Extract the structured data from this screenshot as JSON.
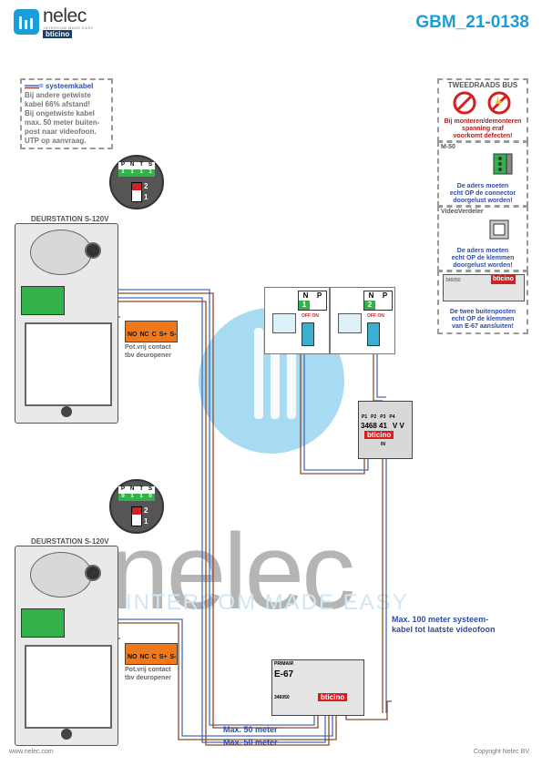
{
  "header": {
    "logo_name": "nelec",
    "logo_tagline": "INTERCOM MADE EASY",
    "logo_brand": "bticino",
    "doc_code": "GBM_21-0138"
  },
  "cable_note": {
    "title": "= systeemkabel",
    "lines": [
      "Bij andere getwiste",
      "kabel 66% afstand!",
      "Bij ongetwiste kabel",
      "max. 50 meter buiten-",
      "post naar videofoon.",
      "UTP op aanvraag."
    ]
  },
  "right_panel": {
    "title": "TWEEDRAADS BUS",
    "warning": [
      "Bij monteren/demonteren",
      "spanning eraf",
      "voorkomt defecten!"
    ],
    "m50_label": "M-50",
    "m50_text": [
      "De aders moeten",
      "echt OP de connector",
      "doorgelust worden!"
    ],
    "vd_label": "VideoVerdeler",
    "vd_text": [
      "De aders moeten",
      "echt OP de klemmen",
      "doorgelust worden!"
    ],
    "e67_code": "346050",
    "e67_brand": "bticino",
    "e67_text": [
      "De twee buitenposten",
      "echt OP de klemmen",
      "van E-67 aansluiten!"
    ]
  },
  "door_station_top": {
    "label": "DEURSTATION S-120V",
    "switch_headers": [
      "P",
      "N",
      "T",
      "S"
    ],
    "switch_values": [
      "1",
      "1",
      "1",
      "1"
    ],
    "switch_pos": [
      "2",
      "1"
    ],
    "terminals": [
      "NO",
      "NC",
      "C",
      "S+",
      "S-"
    ],
    "caption": [
      "Pot.vrij contact",
      "tbv deuropener"
    ]
  },
  "door_station_bottom": {
    "label": "DEURSTATION S-120V",
    "switch_headers": [
      "P",
      "N",
      "T",
      "S"
    ],
    "switch_values": [
      "0",
      "1",
      "1",
      "0"
    ],
    "switch_pos": [
      "2",
      "1"
    ],
    "terminals": [
      "NO",
      "NC",
      "C",
      "S+",
      "S-"
    ],
    "caption": [
      "Pot.vrij contact",
      "tbv deuropener"
    ]
  },
  "videophones": [
    {
      "n": "N",
      "p": "P",
      "n_val": "1",
      "switch": "OFF ON"
    },
    {
      "n": "N",
      "p": "P",
      "n_val": "2",
      "switch": "OFF ON"
    }
  ],
  "distributor": {
    "code": "3468 41",
    "vv": "V V",
    "brand": "bticino",
    "ports": [
      "P1",
      "P2",
      "P3",
      "P4"
    ],
    "in_label": "IN"
  },
  "power_supply": {
    "primary": "PRIMAIR",
    "model": "E-67",
    "code": "346050",
    "brand": "bticino"
  },
  "distances": {
    "systeem": [
      "Max. 100 meter systeem-",
      "kabel tot laatste videofoon"
    ],
    "d1": "Max. 50 meter",
    "d2": "Max. 50 meter"
  },
  "watermark": {
    "name": "nelec",
    "tagline": "INTERCOM MADE EASY"
  },
  "footer": {
    "left": "www.nelec.com",
    "right": "Copyright Nelec BV"
  },
  "colors": {
    "accent": "#1a9ed9",
    "navy": "#2f4ea8",
    "orange": "#f07818",
    "green": "#34b24a",
    "wire_brown": "#8b4a2b",
    "wire_blue": "#4a6ab8"
  }
}
